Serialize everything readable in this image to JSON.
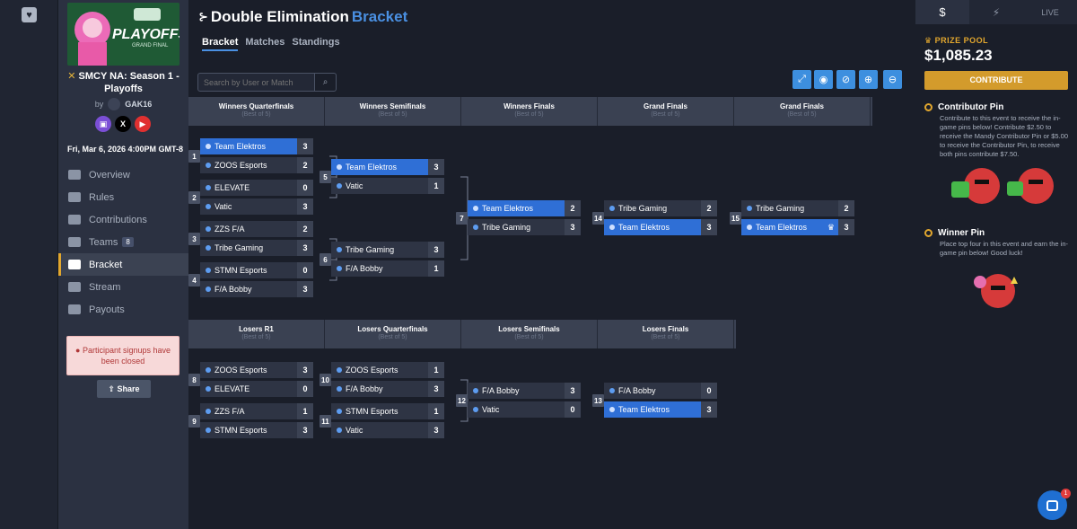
{
  "event": {
    "banner_text": "PLAYOFFS",
    "banner_sub": "GRAND FINAL",
    "title": "SMCY NA: Season 1 - Playoffs",
    "by_label": "by",
    "organizer": "GAK16",
    "date": "Fri, Mar 6, 2026 4:00PM GMT-8"
  },
  "nav": [
    {
      "label": "Overview",
      "icon": "overview-icon"
    },
    {
      "label": "Rules",
      "icon": "rules-icon"
    },
    {
      "label": "Contributions",
      "icon": "coins-icon"
    },
    {
      "label": "Teams",
      "icon": "teams-icon",
      "count": "8"
    },
    {
      "label": "Bracket",
      "icon": "bracket-icon",
      "active": true
    },
    {
      "label": "Stream",
      "icon": "live-icon"
    },
    {
      "label": "Payouts",
      "icon": "payouts-icon"
    }
  ],
  "notice": "Participant signups have been closed",
  "share_label": "Share",
  "page": {
    "title_a": "Double Elimination",
    "title_b": "Bracket",
    "tabs": [
      "Bracket",
      "Matches",
      "Standings"
    ],
    "search_placeholder": "Search by User or Match"
  },
  "winners_headers": [
    {
      "title": "Winners Quarterfinals",
      "sub": "(Best of 5)"
    },
    {
      "title": "Winners Semifinals",
      "sub": "(Best of 5)"
    },
    {
      "title": "Winners Finals",
      "sub": "(Best of 5)"
    },
    {
      "title": "Grand Finals",
      "sub": "(Best of 5)"
    },
    {
      "title": "Grand Finals",
      "sub": "(Best of 5)"
    }
  ],
  "losers_headers": [
    {
      "title": "Losers R1",
      "sub": "(Best of 5)"
    },
    {
      "title": "Losers Quarterfinals",
      "sub": "(Best of 5)"
    },
    {
      "title": "Losers Semifinals",
      "sub": "(Best of 5)"
    },
    {
      "title": "Losers Finals",
      "sub": "(Best of 5)"
    }
  ],
  "matches": [
    {
      "num": "1",
      "a": "Team Elektros",
      "as": "3",
      "b": "ZOOS Esports",
      "bs": "2",
      "winner": "a"
    },
    {
      "num": "2",
      "a": "ELEVATE",
      "as": "0",
      "b": "Vatic",
      "bs": "3",
      "winner": "none"
    },
    {
      "num": "3",
      "a": "ZZS F/A",
      "as": "2",
      "b": "Tribe Gaming",
      "bs": "3",
      "winner": "none"
    },
    {
      "num": "4",
      "a": "STMN Esports",
      "as": "0",
      "b": "F/A Bobby",
      "bs": "3",
      "winner": "none"
    },
    {
      "num": "5",
      "a": "Team Elektros",
      "as": "3",
      "b": "Vatic",
      "bs": "1",
      "winner": "a"
    },
    {
      "num": "6",
      "a": "Tribe Gaming",
      "as": "3",
      "b": "F/A Bobby",
      "bs": "1",
      "winner": "none"
    },
    {
      "num": "7",
      "a": "Team Elektros",
      "as": "2",
      "b": "Tribe Gaming",
      "bs": "3",
      "winner": "a"
    },
    {
      "num": "14",
      "a": "Tribe Gaming",
      "as": "2",
      "b": "Team Elektros",
      "bs": "3",
      "winner": "b"
    },
    {
      "num": "15",
      "a": "Tribe Gaming",
      "as": "2",
      "b": "Team Elektros",
      "bs": "3",
      "winner": "b",
      "crown": true
    },
    {
      "num": "8",
      "a": "ZOOS Esports",
      "as": "3",
      "b": "ELEVATE",
      "bs": "0",
      "winner": "none"
    },
    {
      "num": "9",
      "a": "ZZS F/A",
      "as": "1",
      "b": "STMN Esports",
      "bs": "3",
      "winner": "none"
    },
    {
      "num": "10",
      "a": "ZOOS Esports",
      "as": "1",
      "b": "F/A Bobby",
      "bs": "3",
      "winner": "none"
    },
    {
      "num": "11",
      "a": "STMN Esports",
      "as": "1",
      "b": "Vatic",
      "bs": "3",
      "winner": "none"
    },
    {
      "num": "12",
      "a": "F/A Bobby",
      "as": "3",
      "b": "Vatic",
      "bs": "0",
      "winner": "none"
    },
    {
      "num": "13",
      "a": "F/A Bobby",
      "as": "0",
      "b": "Team Elektros",
      "bs": "3",
      "winner": "b"
    }
  ],
  "right_panel": {
    "tab_live": "LIVE",
    "prize_label": "PRIZE POOL",
    "prize_amount": "$1,085.23",
    "contribute_label": "CONTRIBUTE",
    "contributor_title": "Contributor Pin",
    "contributor_desc": "Contribute to this event to receive the in-game pins below! Contribute $2.50 to receive the Mandy Contributor Pin or $5.00 to receive the Contributor Pin, to receive both pins contribute $7.50.",
    "winner_title": "Winner Pin",
    "winner_desc": "Place top four in this event and earn the in-game pin below! Good luck!"
  },
  "chat_badge": "1",
  "colors": {
    "accent": "#4a90e2",
    "win": "#2f6fd6",
    "gold": "#d39b2c"
  }
}
